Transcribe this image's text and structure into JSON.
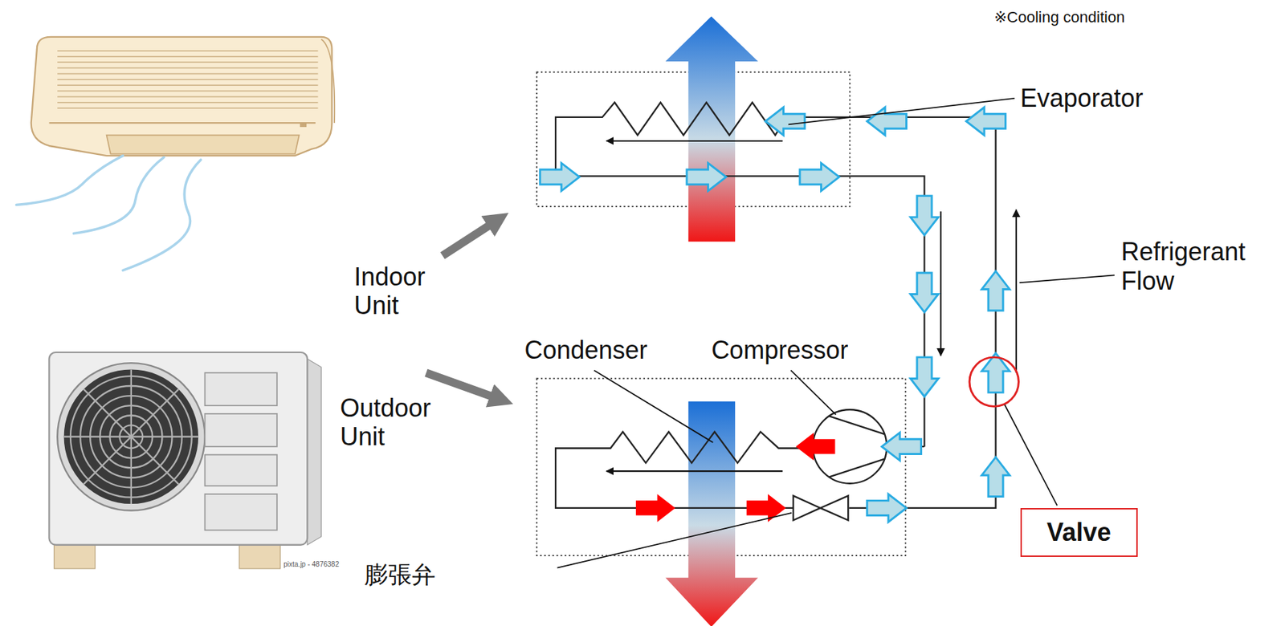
{
  "diagram": {
    "nodes": [
      {
        "text": [
          "Valve"
        ]
      }
    ],
    "labels": [
      "※Cooling condition",
      "Evaporator",
      "Refrigerant Flow",
      "Indoor Unit",
      "Outdoor Unit",
      "Condenser",
      "Compressor",
      "膨張弁",
      "pixta.jp - 4876382"
    ]
  }
}
